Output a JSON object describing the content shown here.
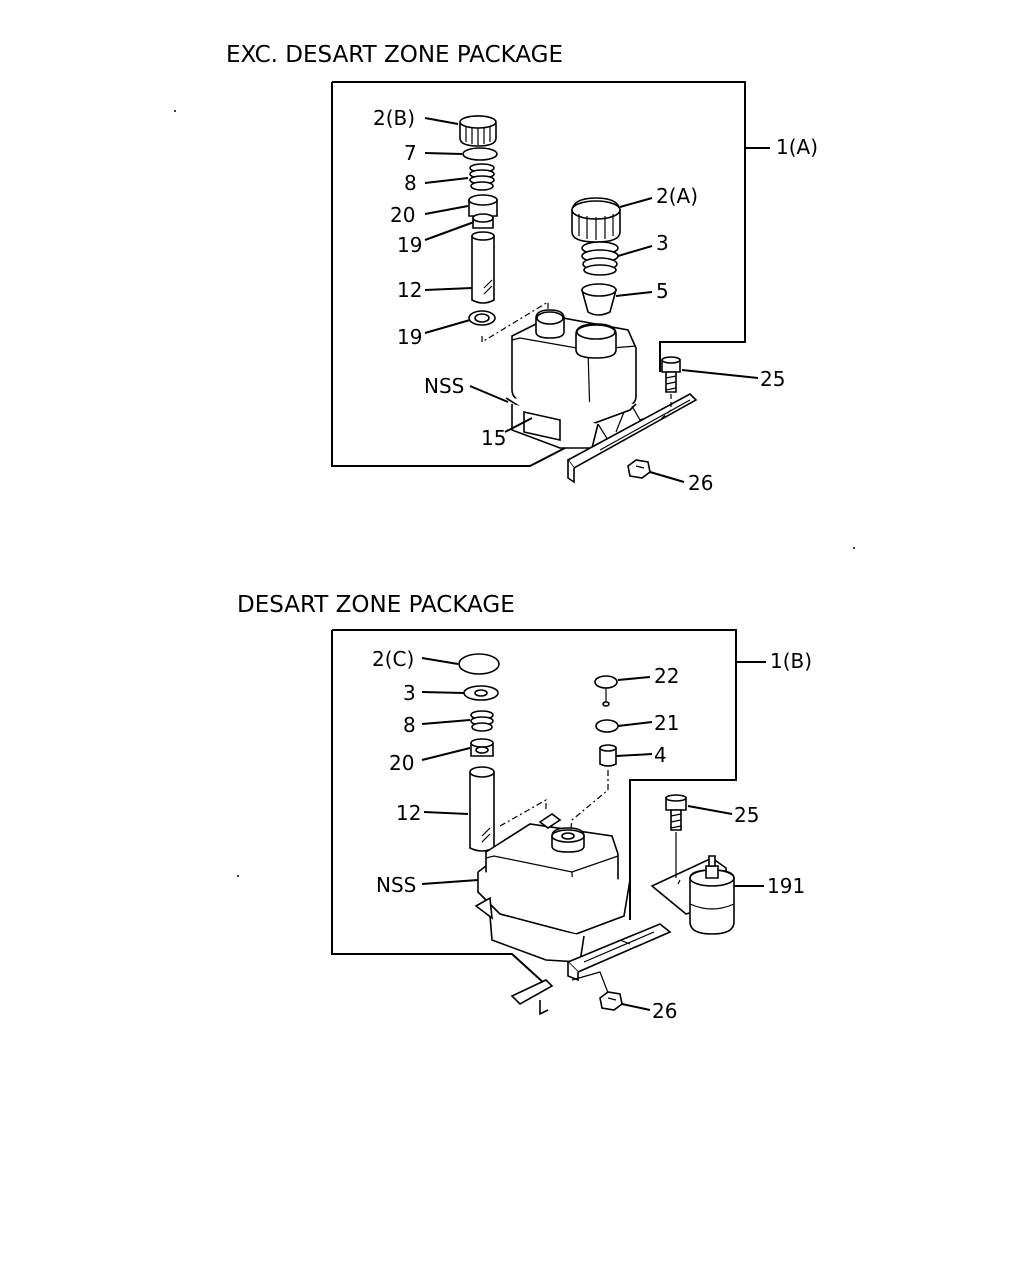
{
  "diagram_top": {
    "title": "EXC. DESART ZONE PACKAGE",
    "labels": {
      "assembly": "1(A)",
      "cap_b": "2(B)",
      "cap_a": "2(A)",
      "part_7": "7",
      "part_8": "8",
      "part_20": "20",
      "part_19_upper": "19",
      "part_12": "12",
      "part_19_lower": "19",
      "part_3": "3",
      "part_5": "5",
      "nss": "NSS",
      "part_15": "15",
      "part_25": "25",
      "part_26": "26"
    }
  },
  "diagram_bottom": {
    "title": "DESART ZONE PACKAGE",
    "labels": {
      "assembly": "1(B)",
      "cap_c": "2(C)",
      "part_3": "3",
      "part_8": "8",
      "part_20": "20",
      "part_12": "12",
      "nss": "NSS",
      "part_22": "22",
      "part_21": "21",
      "part_4": "4",
      "part_25": "25",
      "part_191": "191",
      "part_26": "26"
    }
  }
}
